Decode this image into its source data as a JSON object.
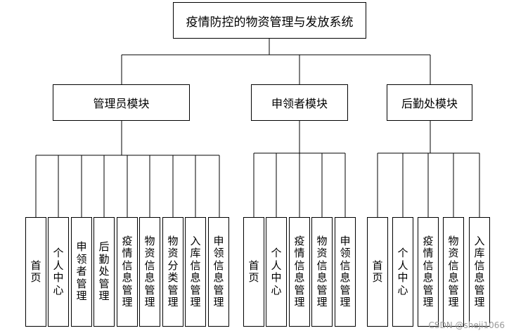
{
  "root": {
    "label": "疫情防控的物资管理与发放系统"
  },
  "modules": [
    {
      "label": "管理员模块",
      "items": [
        "首页",
        "个人中心",
        "申领者管理",
        "后勤处管理",
        "疫情信息管理",
        "物资信息管理",
        "物资分类管理",
        "入库信息管理",
        "申领信息管理"
      ]
    },
    {
      "label": "申领者模块",
      "items": [
        "首页",
        "个人中心",
        "疫情信息管理",
        "物资信息管理",
        "申领信息管理"
      ]
    },
    {
      "label": "后勤处模块",
      "items": [
        "首页",
        "个人中心",
        "疫情信息管理",
        "物资信息管理",
        "入库信息管理"
      ]
    }
  ],
  "watermark": "CSDN @sheji1066"
}
